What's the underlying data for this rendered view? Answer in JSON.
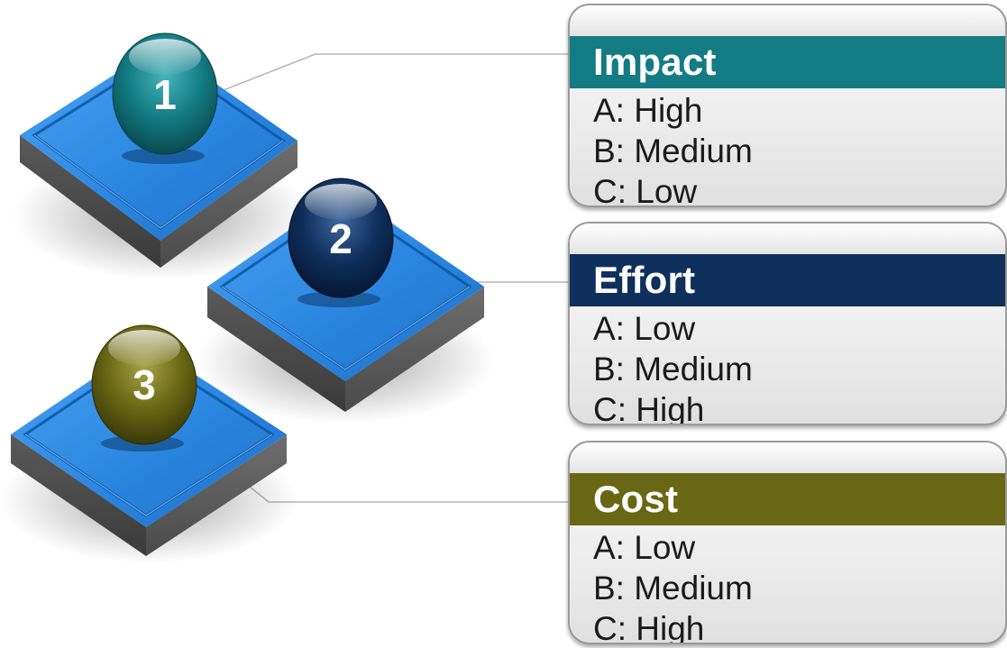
{
  "colors": {
    "teal": "#137b83",
    "navy": "#0f2f5c",
    "olive": "#6a6714",
    "platform_blue": "#2a86e0",
    "platform_side": "#4a4a4a",
    "connector": "#b5b5b5"
  },
  "steps": [
    {
      "number": "1",
      "color": "#137b83"
    },
    {
      "number": "2",
      "color": "#0f2f5c"
    },
    {
      "number": "3",
      "color": "#6a6714"
    }
  ],
  "cards": [
    {
      "title": "Impact",
      "color": "#137b83",
      "items": [
        "A: High",
        "B: Medium",
        "C: Low"
      ]
    },
    {
      "title": "Effort",
      "color": "#0f2f5c",
      "items": [
        "A: Low",
        "B: Medium",
        "C: High"
      ]
    },
    {
      "title": "Cost",
      "color": "#6a6714",
      "items": [
        "A: Low",
        "B: Medium",
        "C: High"
      ]
    }
  ]
}
